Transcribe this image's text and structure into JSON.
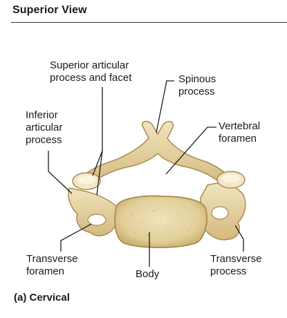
{
  "header": {
    "title": "Superior View"
  },
  "labels": {
    "superior_articular": [
      "Superior articular",
      "process and facet"
    ],
    "spinous": [
      "Spinous",
      "process"
    ],
    "inferior_articular": [
      "Inferior",
      "articular",
      "process"
    ],
    "vertebral_foramen": [
      "Vertebral",
      "foramen"
    ],
    "transverse_foramen": [
      "Transverse",
      "foramen"
    ],
    "body": [
      "Body"
    ],
    "transverse_process": [
      "Transverse",
      "process"
    ]
  },
  "caption": "(a) Cervical",
  "colors": {
    "bone": "#e8d7a6",
    "bone_shadow": "#c9ad6e",
    "bone_dark": "#a88a4e",
    "leader": "#1a1a1a"
  }
}
